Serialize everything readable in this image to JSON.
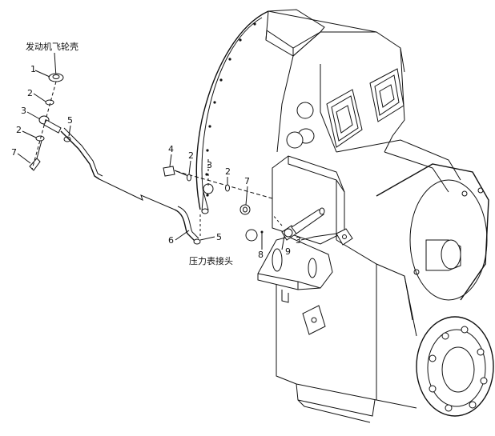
{
  "captions": {
    "flywheel_housing": "发动机飞轮壳",
    "pressure_gauge_joint": "压力表接头"
  },
  "callouts": [
    "1",
    "2",
    "3",
    "2",
    "7",
    "5",
    "4",
    "2",
    "3",
    "2",
    "7",
    "6",
    "5",
    "8",
    "9",
    "3"
  ]
}
